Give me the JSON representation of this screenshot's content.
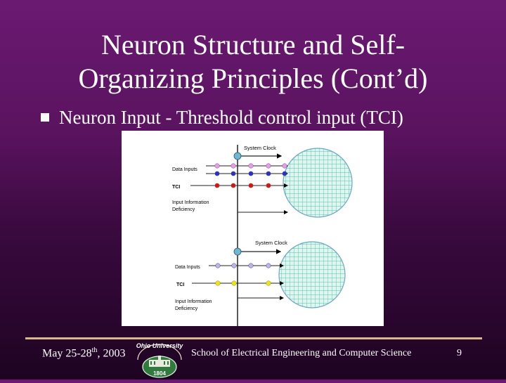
{
  "slide": {
    "title_line1": "Neuron Structure and Self-",
    "title_line2": "Organizing Principles (Cont’d)",
    "bullet": "Neuron Input - Threshold control input (TCI)"
  },
  "figure": {
    "top": {
      "clock_label": "System Clock",
      "data_label": "Data Inputs",
      "tci_label": "TCI",
      "deficiency_line1": "Input Information",
      "deficiency_line2": "Deficiency"
    },
    "bottom": {
      "clock_label": "System Clock",
      "data_label": "Data Inputs",
      "tci_label": "TCI",
      "deficiency_line1": "Input Information",
      "deficiency_line2": "Deficiency"
    },
    "colors": {
      "pink": "#e79ce8",
      "blue": "#2d34b8",
      "red": "#d31717",
      "lavender": "#b9b4ea",
      "yellow": "#f1e40e",
      "clock": "#6fb6cf",
      "grid_fill": "#dff5ee",
      "grid_line": "#4ec3b2"
    }
  },
  "footer": {
    "date_prefix": "May 25-28",
    "date_sup": "th",
    "date_suffix": ", 2003",
    "logo_top": "Ohio University",
    "logo_year": "1804",
    "school": "School of Electrical Engineering and Computer Science",
    "page": "9"
  }
}
